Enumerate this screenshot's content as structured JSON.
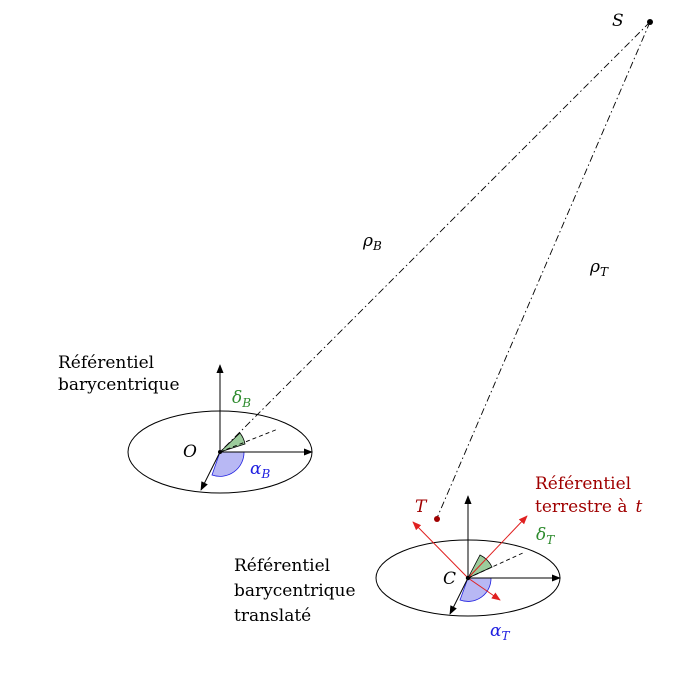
{
  "points": {
    "S": "S",
    "O": "O",
    "C": "C",
    "T": "T"
  },
  "distances": {
    "rho": "ρ",
    "sub_B": "B",
    "sub_T": "T"
  },
  "angles": {
    "delta": "δ",
    "alpha": "α",
    "sub_B": "B",
    "sub_T": "T"
  },
  "frames": {
    "barycentric_line1": "Référentiel",
    "barycentric_line2": "barycentrique",
    "translated_line1": "Référentiel",
    "translated_line2": "barycentrique",
    "translated_line3": "translaté",
    "terrestrial_line1": "Référentiel",
    "terrestrial_line2": "terrestre à",
    "terrestrial_time": "t"
  },
  "colors": {
    "black": "#000000",
    "declination_green": "#2e8b2e",
    "right_ascension_blue": "#2020e0",
    "terrestrial_red": "#a00000",
    "arrow_red": "#e02020",
    "green_fill": "#9ccc9c",
    "blue_fill": "#b8b8f4"
  }
}
